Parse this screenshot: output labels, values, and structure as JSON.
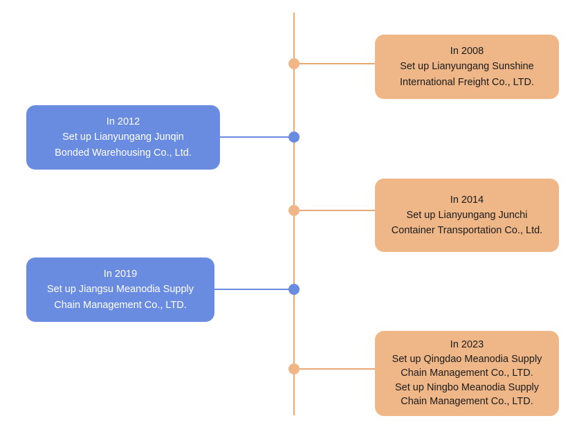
{
  "diagram": {
    "type": "vertical-milestone-timeline",
    "background_color": "#ffffff",
    "axis_color": "#eaa877",
    "accent_blue": "#6a8ce0",
    "accent_orange": "#efb787",
    "blue_text_color": "#ffffff",
    "orange_text_color": "#1b1b1b"
  },
  "events": [
    {
      "id": "event-2008",
      "year_label": "In 2008",
      "side": "right",
      "color": "orange",
      "lines": [
        "Set up Lianyungang Sunshine",
        "International Freight Co., LTD."
      ]
    },
    {
      "id": "event-2012",
      "year_label": "In 2012",
      "side": "left",
      "color": "blue",
      "lines": [
        "Set up Lianyungang Junqin",
        "Bonded Warehousing Co., Ltd."
      ]
    },
    {
      "id": "event-2014",
      "year_label": "In 2014",
      "side": "right",
      "color": "orange",
      "lines": [
        "Set up Lianyungang Junchi",
        "Container Transportation Co., Ltd."
      ]
    },
    {
      "id": "event-2019",
      "year_label": "In 2019",
      "side": "left",
      "color": "blue",
      "lines": [
        "Set up Jiangsu Meanodia Supply",
        "Chain Management Co., LTD."
      ]
    },
    {
      "id": "event-2023",
      "year_label": "In 2023",
      "side": "right",
      "color": "orange",
      "lines": [
        "Set up Qingdao Meanodia Supply",
        "Chain Management Co., LTD.",
        "Set up Ningbo Meanodia Supply",
        "Chain Management Co., LTD."
      ]
    }
  ]
}
